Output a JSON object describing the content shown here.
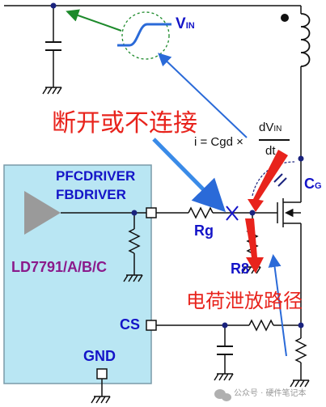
{
  "labels": {
    "vin_main": "V",
    "vin_sub": "IN",
    "formula_lhs": "i = Cgd ×",
    "formula_num_main": "dV",
    "formula_num_sub": "IN",
    "formula_den": "dt",
    "disconnect": "断开或不连接",
    "cg_main": "C",
    "cg_sub": "G",
    "pfcdriver": "PFCDRIVER",
    "fbdriver": "FBDRIVER",
    "chip": "LD7791/A/B/C",
    "rg": "Rg",
    "r8": "R8",
    "discharge_path": "电荷泄放路径",
    "cs": "CS",
    "gnd": "GND",
    "watermark": "公众号 · 硬件笔记本"
  },
  "colors": {
    "ic_fill": "#b9e6f3",
    "ic_stroke": "#7a9aa8",
    "wire": "#111111",
    "node": "#1a237e",
    "label_blue": "#1414c8",
    "label_red": "#e8231c",
    "arrow_blue": "#2a6ad8",
    "arrow_green": "#1d8a2b",
    "triangle": "#9a9a9a"
  },
  "icons": [
    "green-arrow-icon",
    "blue-arrow-icon",
    "red-arrow-icon",
    "dashed-circle-icon",
    "wechat-icon"
  ]
}
